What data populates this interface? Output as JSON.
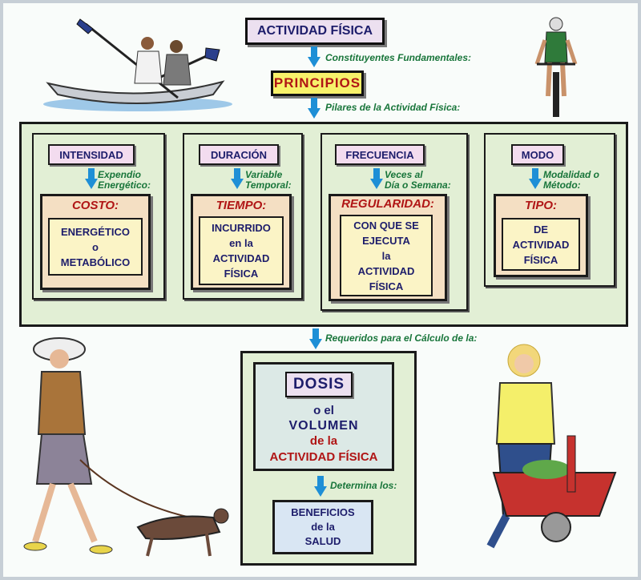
{
  "title": "ACTIVIDAD FÍSICA",
  "connector_constituyentes": "Constituyentes Fundamentales:",
  "principios": "PRINCIPIOS",
  "connector_pilares": "Pilares de la Actividad Física:",
  "columns": [
    {
      "header": "INTENSIDAD",
      "conn1": "Expendio",
      "conn2": "Energético:",
      "subtitle": "COSTO:",
      "body": "ENERGÉTICO\no\nMETABÓLICO"
    },
    {
      "header": "DURACIÓN",
      "conn1": "Variable",
      "conn2": "Temporal:",
      "subtitle": "TIEMPO:",
      "body": "INCURRIDO\nen la\nACTIVIDAD\nFÍSICA"
    },
    {
      "header": "FRECUENCIA",
      "conn1": "Veces al",
      "conn2": "Día o Semana:",
      "subtitle": "REGULARIDAD:",
      "body": "CON QUE SE\nEJECUTA\nla\nACTIVIDAD\nFÍSICA"
    },
    {
      "header": "MODO",
      "conn1": "Modalidad o",
      "conn2": "Método:",
      "subtitle": "TIPO:",
      "body": "DE\nACTIVIDAD\nFÍSICA"
    }
  ],
  "connector_requeridos": "Requeridos para el Cálculo de la:",
  "dosis": {
    "label": "DOSIS",
    "line1": "o el",
    "line2": "VOLUMEN",
    "line3": "de la",
    "line4": "ACTIVIDAD FÍSICA"
  },
  "connector_determina": "Determina los:",
  "beneficios": {
    "line1": "BENEFICIOS",
    "line2": "de la",
    "line3": "SALUD"
  },
  "colors": {
    "arrow": "#1e8fd6",
    "connector_text": "#18753a",
    "red_text": "#b01515",
    "navy_text": "#1d1d6b",
    "panel_green": "#e2efd5"
  }
}
